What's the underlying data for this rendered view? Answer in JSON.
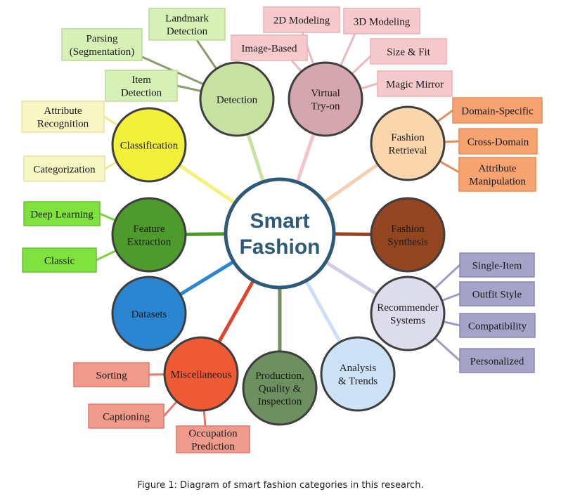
{
  "center": {
    "lines": [
      "Smart",
      "Fashion"
    ],
    "fill": "#ffffff",
    "stroke": "#2e5a78"
  },
  "categories": [
    {
      "key": "detection",
      "lines": [
        "Detection"
      ],
      "fill": "#c6e1a0",
      "stroke": "#3e3e3e",
      "subs": [
        {
          "lines": [
            "Landmark",
            "Detection"
          ],
          "fill": "#d6f0b6"
        },
        {
          "lines": [
            "Parsing",
            "(Segmentation)"
          ],
          "fill": "#d6f0b6"
        },
        {
          "lines": [
            "Item",
            "Detection"
          ],
          "fill": "#d6f0b6"
        }
      ]
    },
    {
      "key": "virtual-try-on",
      "lines": [
        "Virtual",
        "Try-on"
      ],
      "fill": "#d4a6ad",
      "stroke": "#3e3e3e",
      "subs": [
        {
          "lines": [
            "2D Modeling"
          ],
          "fill": "#f6c9cc"
        },
        {
          "lines": [
            "3D Modeling"
          ],
          "fill": "#f6c9cc"
        },
        {
          "lines": [
            "Image-Based"
          ],
          "fill": "#f6c9cc"
        },
        {
          "lines": [
            "Size & Fit"
          ],
          "fill": "#f6c9cc"
        },
        {
          "lines": [
            "Magic Mirror"
          ],
          "fill": "#f6c9cc"
        }
      ]
    },
    {
      "key": "fashion-retrieval",
      "lines": [
        "Fashion",
        "Retrieval"
      ],
      "fill": "#fbd5ab",
      "stroke": "#3e3e3e",
      "subs": [
        {
          "lines": [
            "Domain-Specific"
          ],
          "fill": "#f6a271"
        },
        {
          "lines": [
            "Cross-Domain"
          ],
          "fill": "#f6a271"
        },
        {
          "lines": [
            "Attribute",
            "Manipulation"
          ],
          "fill": "#f6a271"
        }
      ]
    },
    {
      "key": "fashion-synthesis",
      "lines": [
        "Fashion",
        "Synthesis"
      ],
      "fill": "#93451f",
      "stroke": "#3e3e3e",
      "subs": []
    },
    {
      "key": "recommender-systems",
      "lines": [
        "Recommender",
        "Systems"
      ],
      "fill": "#dcdcec",
      "stroke": "#3e3e3e",
      "subs": [
        {
          "lines": [
            "Single-Item"
          ],
          "fill": "#a5a3c8"
        },
        {
          "lines": [
            "Outfit Style"
          ],
          "fill": "#a5a3c8"
        },
        {
          "lines": [
            "Compatibility"
          ],
          "fill": "#a5a3c8"
        },
        {
          "lines": [
            "Personalized"
          ],
          "fill": "#a5a3c8"
        }
      ]
    },
    {
      "key": "analysis-trends",
      "lines": [
        "Analysis",
        "& Trends"
      ],
      "fill": "#cde2f6",
      "stroke": "#3e3e3e",
      "subs": []
    },
    {
      "key": "production",
      "lines": [
        "Production,",
        "Quality &",
        "Inspection"
      ],
      "fill": "#6e8f5f",
      "stroke": "#3e3e3e",
      "subs": []
    },
    {
      "key": "miscellaneous",
      "lines": [
        "Miscellaneous"
      ],
      "fill": "#ee5a34",
      "stroke": "#3e3e3e",
      "subs": [
        {
          "lines": [
            "Sorting"
          ],
          "fill": "#f09a8c"
        },
        {
          "lines": [
            "Captioning"
          ],
          "fill": "#f09a8c"
        },
        {
          "lines": [
            "Occupation",
            "Prediction"
          ],
          "fill": "#f09a8c"
        }
      ]
    },
    {
      "key": "datasets",
      "lines": [
        "Datasets"
      ],
      "fill": "#2b86d2",
      "stroke": "#3e3e3e",
      "subs": []
    },
    {
      "key": "feature-extraction",
      "lines": [
        "Feature",
        "Extraction"
      ],
      "fill": "#4e9a2d",
      "stroke": "#3e3e3e",
      "subs": [
        {
          "lines": [
            "Deep Learning"
          ],
          "fill": "#7fe23e"
        },
        {
          "lines": [
            "Classic"
          ],
          "fill": "#7fe23e"
        }
      ]
    },
    {
      "key": "classification",
      "lines": [
        "Classification"
      ],
      "fill": "#f3f03a",
      "stroke": "#3e3e3e",
      "subs": [
        {
          "lines": [
            "Attribute",
            "Recognition"
          ],
          "fill": "#f8f6c2"
        },
        {
          "lines": [
            "Categorization"
          ],
          "fill": "#f8f6c2"
        }
      ]
    }
  ],
  "caption": "Figure 1: Diagram of smart fashion categories in this research."
}
